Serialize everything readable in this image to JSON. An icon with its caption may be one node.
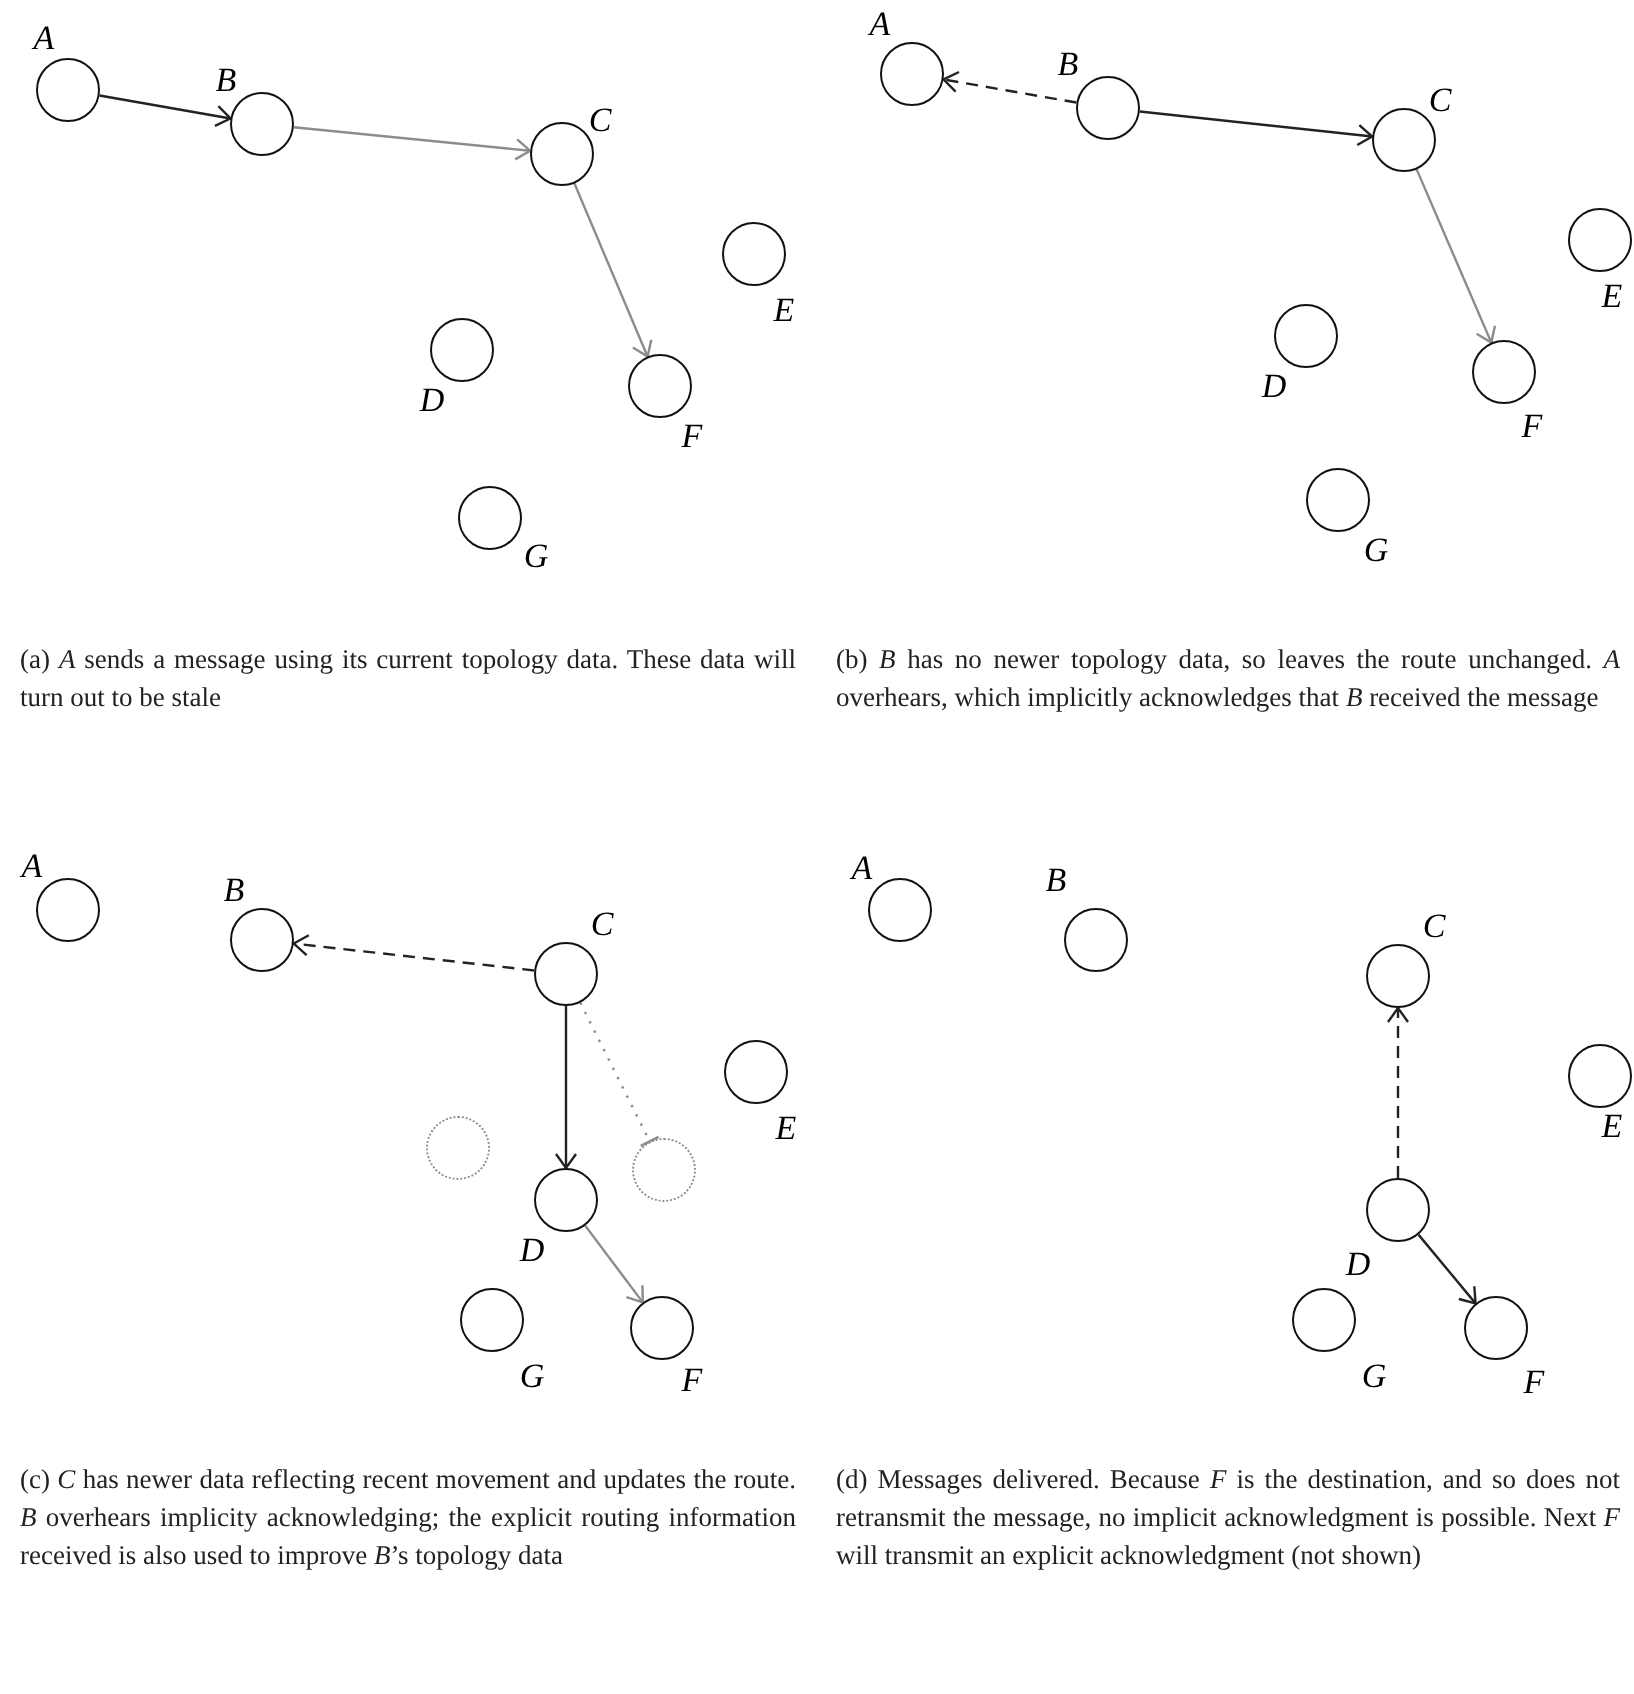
{
  "diagram": {
    "nodes": [
      {
        "text": [],
        "shape": "circle",
        "beside": [
          "A"
        ]
      },
      {
        "text": [],
        "shape": "circle",
        "beside": [
          "B"
        ]
      },
      {
        "text": [],
        "shape": "circle",
        "beside": [
          "C"
        ]
      },
      {
        "text": [],
        "shape": "circle",
        "beside": [
          "D"
        ]
      },
      {
        "text": [],
        "shape": "circle",
        "beside": [
          "E"
        ]
      },
      {
        "text": [],
        "shape": "circle",
        "beside": [
          "F"
        ]
      },
      {
        "text": [],
        "shape": "circle",
        "beside": [
          "G"
        ]
      },
      {
        "text": [],
        "shape": "circle",
        "beside": [
          "A"
        ]
      },
      {
        "text": [],
        "shape": "circle",
        "beside": [
          "B"
        ]
      },
      {
        "text": [],
        "shape": "circle",
        "beside": [
          "C"
        ]
      },
      {
        "text": [],
        "shape": "circle",
        "beside": [
          "D"
        ]
      },
      {
        "text": [],
        "shape": "circle",
        "beside": [
          "E"
        ]
      },
      {
        "text": [],
        "shape": "circle",
        "beside": [
          "F"
        ]
      },
      {
        "text": [],
        "shape": "circle",
        "beside": [
          "G"
        ]
      },
      {
        "text": [],
        "shape": "circle",
        "beside": [
          "A"
        ]
      },
      {
        "text": [],
        "shape": "circle",
        "beside": [
          "B"
        ]
      },
      {
        "text": [],
        "shape": "circle",
        "beside": [
          "C"
        ]
      },
      {
        "text": [],
        "shape": "circle",
        "beside": [
          "D"
        ]
      },
      {
        "text": [],
        "shape": "circle",
        "beside": [
          "E"
        ]
      },
      {
        "text": [],
        "shape": "circle",
        "beside": [
          "F"
        ]
      },
      {
        "text": [],
        "shape": "circle",
        "beside": [
          "G"
        ]
      },
      {
        "text": [],
        "shape": "circle"
      },
      {
        "text": [],
        "shape": "circle"
      },
      {
        "text": [],
        "shape": "circle",
        "beside": [
          "A"
        ]
      },
      {
        "text": [],
        "shape": "circle",
        "beside": [
          "B"
        ]
      },
      {
        "text": [],
        "shape": "circle",
        "beside": [
          "C"
        ]
      },
      {
        "text": [],
        "shape": "circle",
        "beside": [
          "D"
        ]
      },
      {
        "text": [],
        "shape": "circle",
        "beside": [
          "E"
        ]
      },
      {
        "text": [],
        "shape": "circle",
        "beside": [
          "F"
        ]
      },
      {
        "text": [],
        "shape": "circle",
        "beside": [
          "G"
        ]
      }
    ],
    "edges": [
      {
        "from": 0,
        "to": 1,
        "arrow": "to"
      },
      {
        "from": 1,
        "to": 2,
        "arrow": "to",
        "color": "#8c8c8c"
      },
      {
        "from": 2,
        "to": 5,
        "arrow": "to",
        "color": "#8c8c8c"
      },
      {
        "from": 8,
        "to": 7,
        "arrow": "to",
        "style": "dashed"
      },
      {
        "from": 8,
        "to": 9,
        "arrow": "to"
      },
      {
        "from": 9,
        "to": 12,
        "arrow": "to",
        "color": "#8c8c8c"
      },
      {
        "from": 16,
        "to": 15,
        "arrow": "to",
        "style": "dashed"
      },
      {
        "from": 16,
        "to": 17,
        "arrow": "to"
      },
      {
        "from": 16,
        "to": 22,
        "arrow": "other",
        "style": "dashed",
        "color": "#8c8c8c"
      },
      {
        "from": 17,
        "to": 19,
        "arrow": "to",
        "color": "#8c8c8c"
      },
      {
        "from": 26,
        "to": 25,
        "arrow": "to",
        "style": "dashed"
      },
      {
        "from": 26,
        "to": 28,
        "arrow": "to"
      }
    ],
    "labels": [
      "(a) *A* sends a message using its current topology data. These data will turn out to be stale",
      "(b) *B* has no newer topology data, so leaves the route unchanged. *A* overhears, which implicitly acknowledges that *B* received the message",
      "(c) *C* has newer data reflecting recent movement and updates the route. *B* overhears implicity acknowledging; the explicit routing information received is also used to improve *B*’s topology data",
      "(d) Messages delivered. Because *F* is the destination, and so does not retransmit the message, no implicit acknowledgment is possible. Next *F* will transmit an explicit acknowledgment (not shown)"
    ]
  }
}
